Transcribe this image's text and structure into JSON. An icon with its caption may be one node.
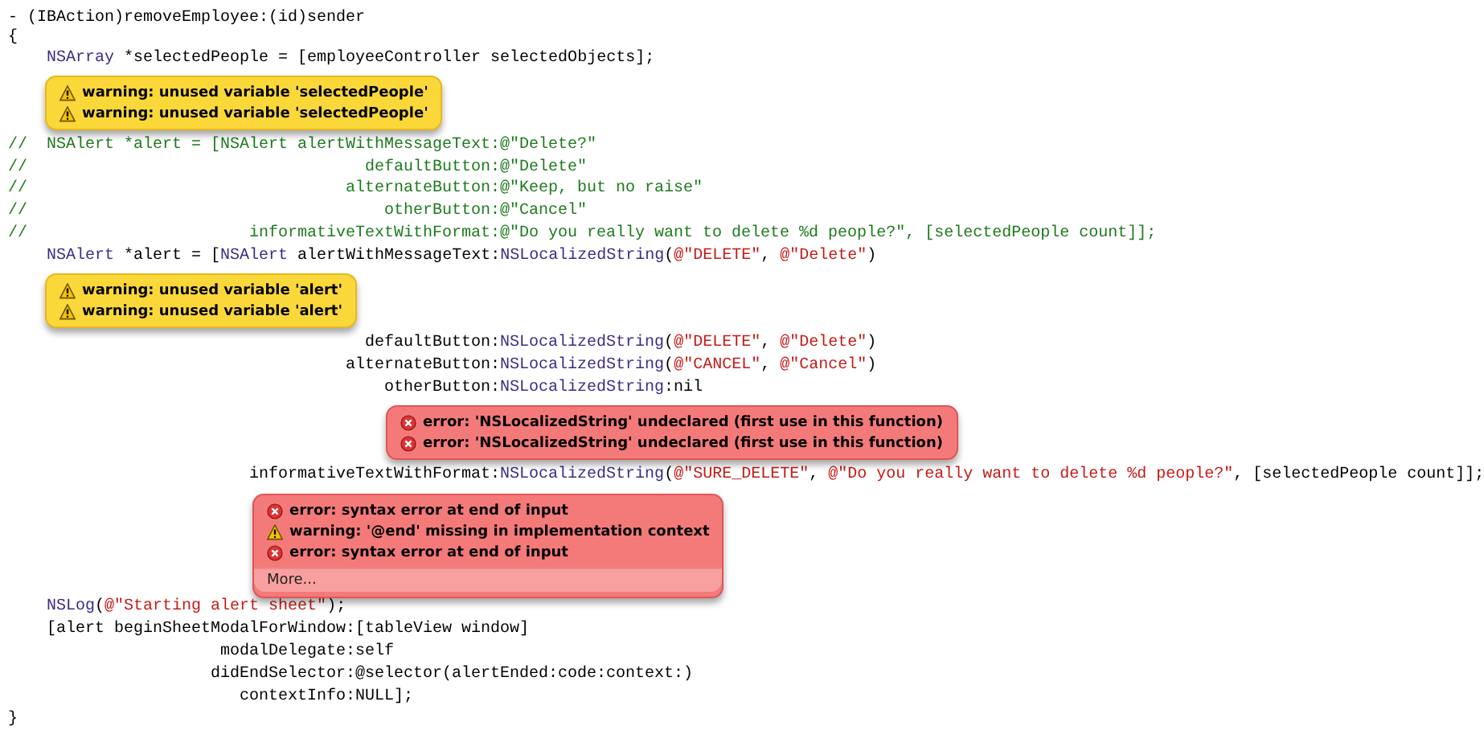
{
  "diagram": {
    "nodes": [
      {
        "text": [
          "warning: unused variable 'selectedPeople'",
          "warning: unused variable 'selectedPeople'"
        ]
      },
      {
        "text": [
          "warning: unused variable 'alert'",
          "warning: unused variable 'alert'"
        ]
      },
      {
        "text": [
          "error: 'NSLocalizedString' undeclared (first use in this function)",
          "error: 'NSLocalizedString' undeclared (first use in this function)"
        ]
      },
      {
        "text": [
          "error: syntax error at end of input",
          "warning: '@end' missing in implementation context",
          "error: syntax error at end of input",
          "More..."
        ]
      }
    ],
    "labels": [
      "- (IBAction)removeEmployee:(id)sender",
      "{",
      "NSArray *selectedPeople = [employeeController selectedObjects];",
      "//",
      "NSAlert *alert = [NSAlert alertWithMessageText:@\"Delete?\"",
      "//",
      "defaultButton:@\"Delete\"",
      "//",
      "alternateButton:@\"Keep, but no raise\"",
      "//",
      "otherButton:@\"Cancel\"",
      "//",
      "informativeTextWithFormat:@\"Do you really want to delete %d people?\", [selectedPeople count]];",
      "NSAlert *alert = [NSAlert alertWithMessageText:NSLocalizedString(@\"DELETE\", @\"Delete\")",
      "defaultButton:NSLocalizedString(@\"DELETE\", @\"Delete\")",
      "alternateButton:NSLocalizedString(@\"CANCEL\", @\"Cancel\")",
      "otherButton:NSLocalizedString:nil",
      "informativeTextWithFormat:NSLocalizedString(@\"SURE_DELETE\", @\"Do you really want to delete %d people?\", [selectedPeople count]];",
      "NSLog(@\"Starting alert sheet\");",
      "[alert beginSheetModalForWindow:[tableView window]",
      "modalDelegate:self",
      "didEndSelector:@selector(alertEnded:code:context:)",
      "contextInfo:NULL];",
      "}"
    ]
  }
}
